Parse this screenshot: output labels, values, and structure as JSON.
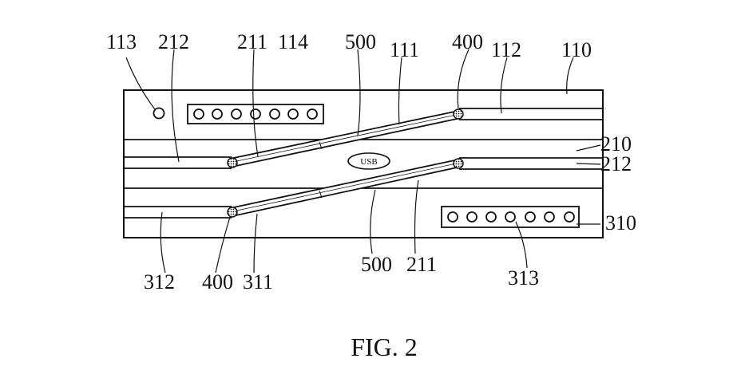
{
  "figure": {
    "caption": "FIG. 2",
    "usb_label": "USB",
    "refs": {
      "r113": "113",
      "r212_top": "212",
      "r211_top": "211",
      "r114": "114",
      "r500_top": "500",
      "r111": "111",
      "r400_top": "400",
      "r112": "112",
      "r110": "110",
      "r210": "210",
      "r212_right": "212",
      "r310": "310",
      "r312": "312",
      "r400_bottom": "400",
      "r311": "311",
      "r500_bottom": "500",
      "r211_bottom": "211",
      "r313": "313"
    }
  }
}
